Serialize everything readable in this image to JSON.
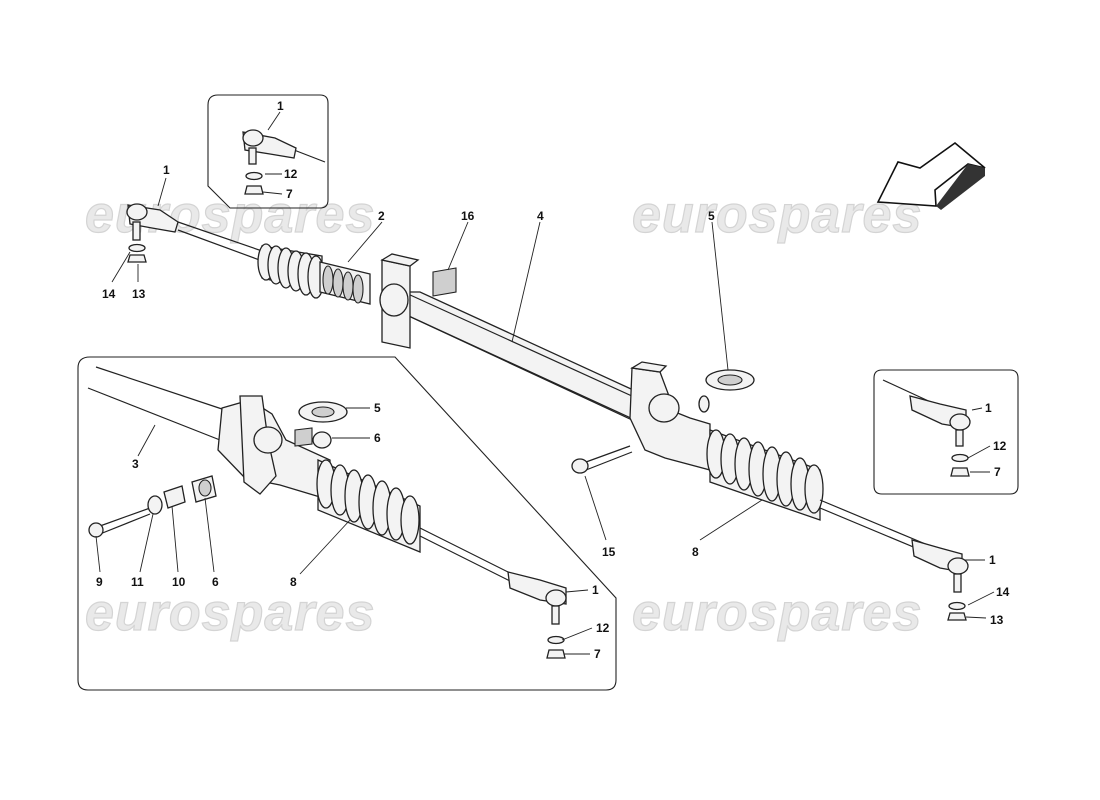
{
  "watermark": "eurospares",
  "callouts": {
    "c_1_inset_top": "1",
    "c_12_inset_top": "12",
    "c_7_inset_top": "7",
    "c_1_left": "1",
    "c_14_left": "14",
    "c_13_left": "13",
    "c_2": "2",
    "c_16": "16",
    "c_4": "4",
    "c_5_main": "5",
    "c_15": "15",
    "c_8_main": "8",
    "c_1_right": "1",
    "c_14_right": "14",
    "c_13_right": "13",
    "c_1_inset_right": "1",
    "c_12_inset_right": "12",
    "c_7_inset_right": "7",
    "c_3": "3",
    "c_5_detail": "5",
    "c_6_detail_top": "6",
    "c_9": "9",
    "c_11": "11",
    "c_10": "10",
    "c_6_detail_bottom": "6",
    "c_8_detail": "8",
    "c_1_detail": "1",
    "c_12_detail": "12",
    "c_7_detail": "7"
  }
}
